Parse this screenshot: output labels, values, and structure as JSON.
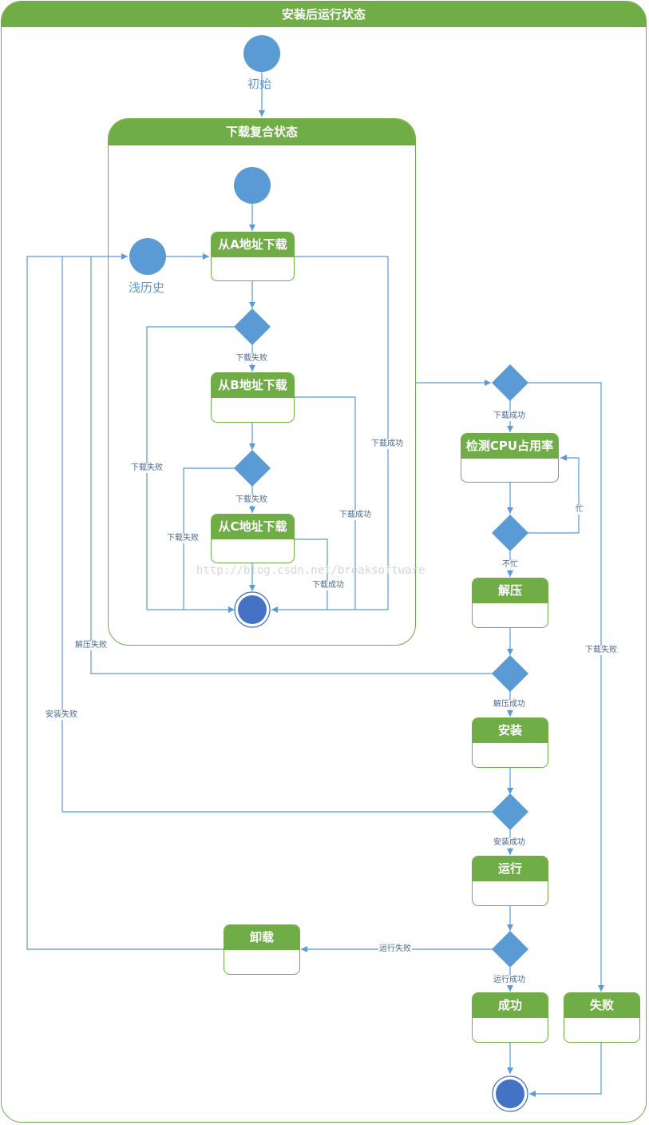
{
  "title": "安装后运行状态",
  "composite_title": "下载复合状态",
  "pseudo_states": {
    "initial": "初始",
    "shallow_history": "浅历史"
  },
  "states": {
    "download_a": "从A地址下载",
    "download_b": "从B地址下载",
    "download_c": "从C地址下载",
    "check_cpu": "检测CPU占用率",
    "decompress": "解压",
    "install": "安装",
    "run": "运行",
    "uninstall": "卸载",
    "success": "成功",
    "failure": "失败"
  },
  "transitions": {
    "a_fail": "下载失败",
    "b_fail": "下载失败",
    "b_fail_to_end": "下载失败",
    "c_fail_to_end": "下载失败",
    "a_success": "下载成功",
    "b_success": "下载成功",
    "c_success": "下载成功",
    "download_success": "下载成功",
    "download_fail": "下载失败",
    "busy": "忙",
    "not_busy": "不忙",
    "decompress_fail": "解压失败",
    "decompress_success": "解压成功",
    "install_fail": "安装失败",
    "install_success": "安装成功",
    "run_fail": "运行失败",
    "run_success": "运行成功"
  },
  "watermark": "http://blog.csdn.net/breaksoftware",
  "colors": {
    "frame_green": "#70AD47",
    "node_blue": "#5B9BD5",
    "final_blue": "#4472C4",
    "edge_blue": "#5B9BD5"
  }
}
